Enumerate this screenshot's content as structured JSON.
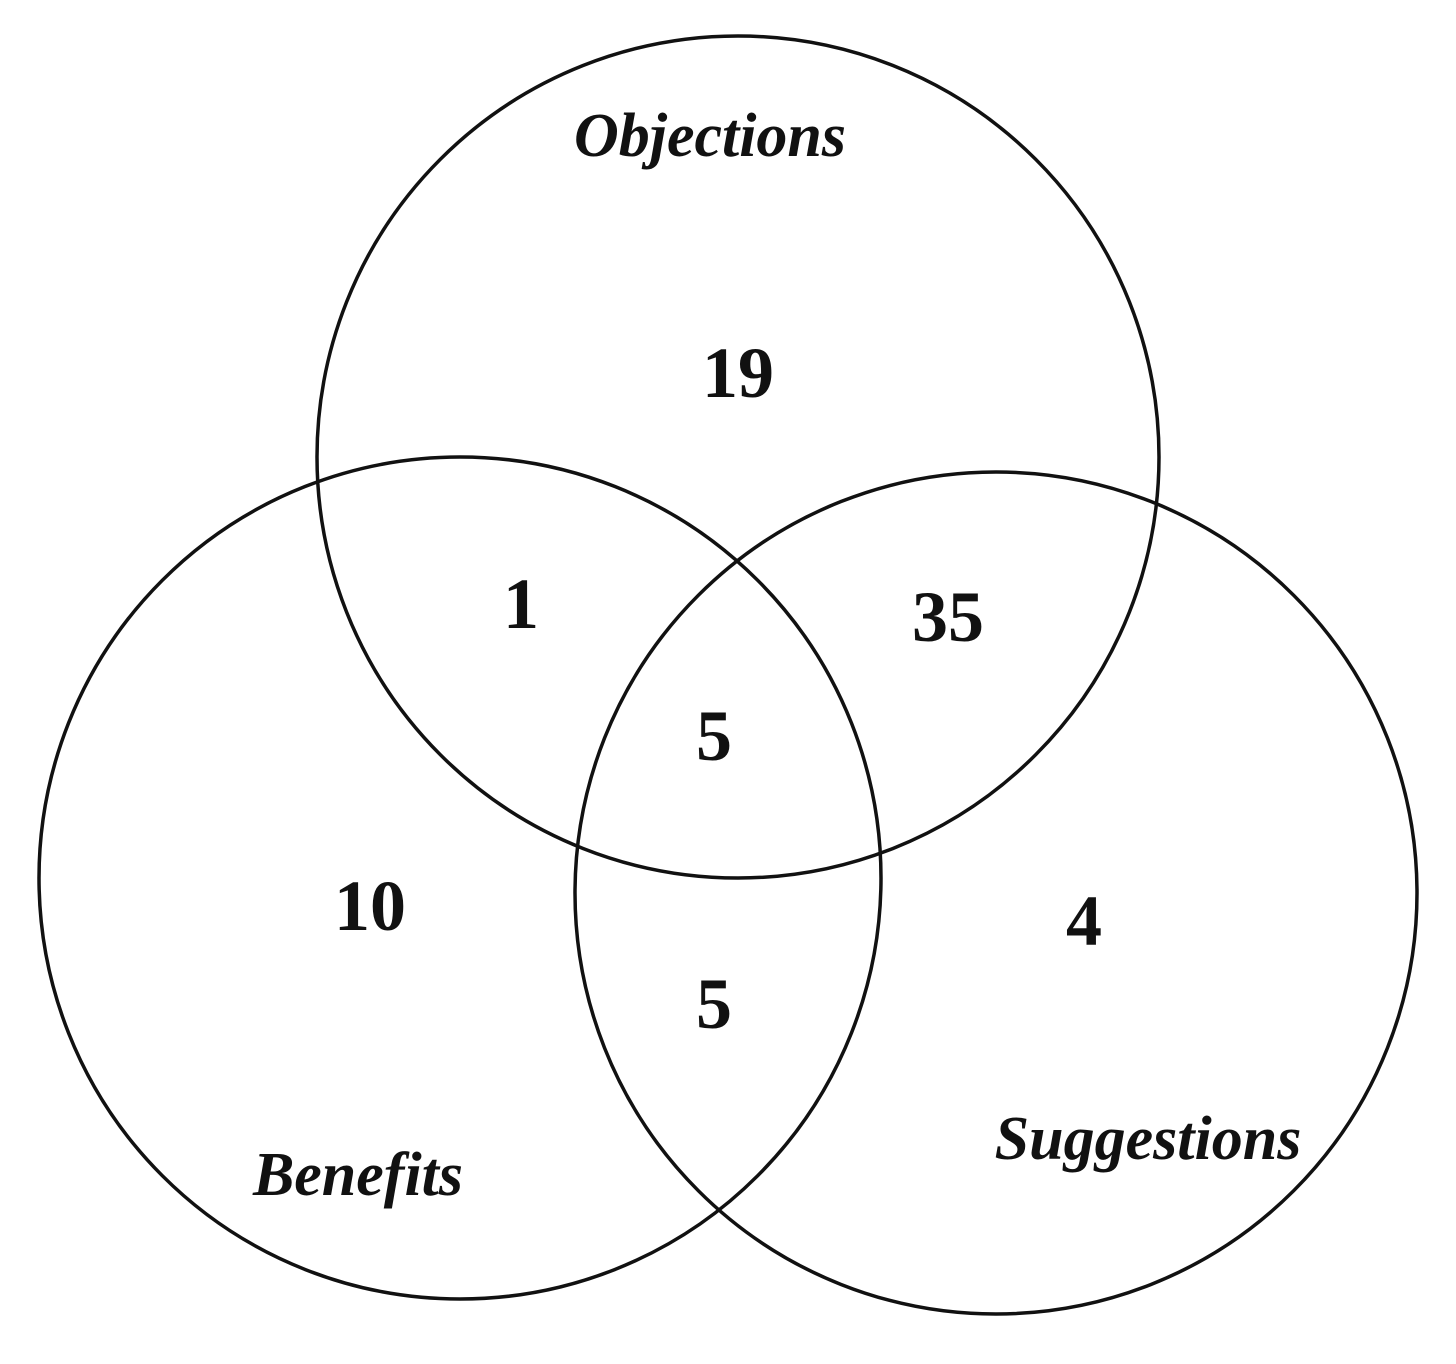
{
  "diagram": {
    "sets": {
      "objections": {
        "label": "Objections"
      },
      "benefits": {
        "label": "Benefits"
      },
      "suggestions": {
        "label": "Suggestions"
      }
    },
    "regions": {
      "objections_only": {
        "count": "19"
      },
      "benefits_only": {
        "count": "10"
      },
      "suggestions_only": {
        "count": "4"
      },
      "objections_benefits": {
        "count": "1"
      },
      "objections_suggestions": {
        "count": "35"
      },
      "benefits_suggestions": {
        "count": "5"
      },
      "all_three": {
        "count": "5"
      }
    }
  }
}
